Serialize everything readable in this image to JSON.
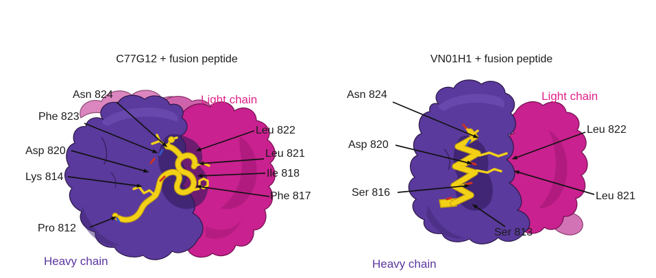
{
  "figure": {
    "background": "#ffffff",
    "colors": {
      "heavy_chain_surface": "#5a3a9c",
      "light_chain_surface": "#c9218f",
      "back_surface_pink": "#dc86c0",
      "fusion_peptide_yellow": "#f3d117",
      "label_text": "#1b1b1b",
      "light_chain_text": "#e0218a",
      "heavy_chain_text": "#5a35a0"
    },
    "panels": [
      {
        "title": "C77G12 + fusion peptide",
        "light_chain_label": "Light chain",
        "heavy_chain_label": "Heavy chain",
        "residues": {
          "asn824": "Asn 824",
          "phe823": "Phe 823",
          "asp820": "Asp 820",
          "lys814": "Lys 814",
          "pro812": "Pro 812",
          "leu822": "Leu 822",
          "leu821": "Leu 821",
          "ile818": "Ile 818",
          "phe817": "Phe 817"
        }
      },
      {
        "title": "VN01H1 + fusion peptide",
        "light_chain_label": "Light chain",
        "heavy_chain_label": "Heavy chain",
        "residues": {
          "asn824": "Asn 824",
          "asp820": "Asp 820",
          "ser816": "Ser 816",
          "ser813": "Ser 813",
          "leu822": "Leu 822",
          "leu821": "Leu 821"
        }
      }
    ]
  }
}
